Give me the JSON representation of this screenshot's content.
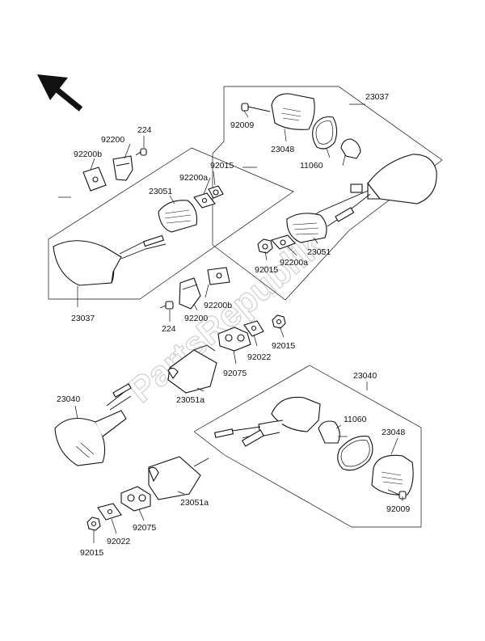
{
  "watermark": "PartsRepublik",
  "colors": {
    "ink": "#111111",
    "paper": "#ffffff",
    "watermark": "#cfcfcf"
  },
  "icons": {
    "direction": "arrow-up-left-icon"
  },
  "labels": {
    "p23037_top": "23037",
    "p92009_top": "92009",
    "p23048_top": "23048",
    "p11060_top": "11060",
    "p92200": "92200",
    "p224": "224",
    "p92200b": "92200b",
    "p92015_a": "92015",
    "p92200a_a": "92200a",
    "p23051_a": "23051",
    "p23037_left": "23037",
    "p23051_b": "23051",
    "p92015_b": "92015",
    "p92200a_b": "92200a",
    "p92200b_mid": "92200b",
    "p224_mid": "224",
    "p92200_mid": "92200",
    "p92015_mid": "92015",
    "p92022_mid": "92022",
    "p92075_mid": "92075",
    "p23040_right": "23040",
    "p23040_left": "23040",
    "p23051a_mid": "23051a",
    "p11060_low": "11060",
    "p23048_low": "23048",
    "p92009_low": "92009",
    "p23051a_low": "23051a",
    "p92075_low": "92075",
    "p92022_low": "92022",
    "p92015_low": "92015"
  }
}
